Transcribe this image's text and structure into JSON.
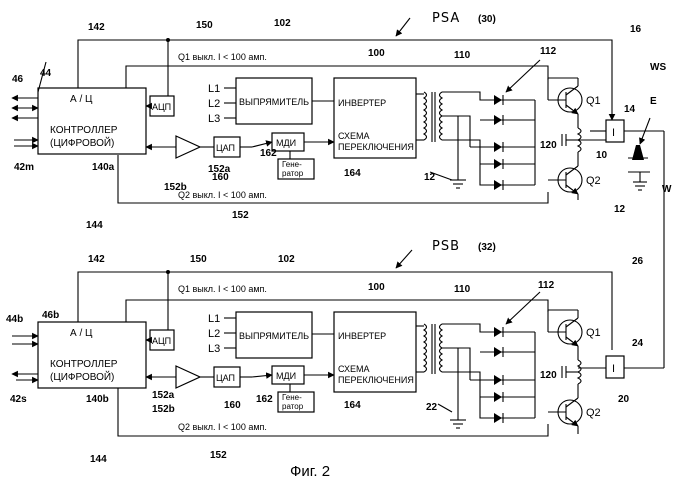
{
  "caption": "Фиг. 2",
  "top": {
    "title": "PSA",
    "title_num": "(30)",
    "controller_line1": "А / Ц",
    "controller_line2": "КОНТРОЛЛЕР",
    "controller_line3": "(ЦИФРОВОЙ)",
    "controller_ref": "140a",
    "adc": "АЦП",
    "dac": "ЦАП",
    "pwm": "МДИ",
    "gen_line1": "Гене-",
    "gen_line2": "ратор",
    "phase1": "L1",
    "phase2": "L2",
    "phase3": "L3",
    "rectifier": "ВЫПРЯМИТЕЛЬ",
    "inverter": "ИНВЕРТЕР",
    "switch_line1": "СХЕМА",
    "switch_line2": "ПЕРЕКЛЮЧЕНИЯ",
    "q1_note": "Q1  выкл.  I  < 100 амп.",
    "q2_note": "Q2  выкл.  I  < 100 амп.",
    "q1": "Q1",
    "q2": "Q2",
    "sensor": "I",
    "refs": {
      "r46": "46",
      "r44": "44",
      "r42": "42m",
      "r142": "142",
      "r150": "150",
      "r102": "102",
      "r100": "100",
      "r110": "110",
      "r112": "112",
      "r16": "16",
      "r14": "14",
      "rWS": "WS",
      "rE": "E",
      "rW": "W",
      "r120": "120",
      "r10": "10",
      "r12a": "12",
      "r12b": "12",
      "r152a": "152a",
      "r152b": "152b",
      "r152": "152",
      "r160": "160",
      "r162": "162",
      "r164": "164",
      "r144": "144"
    }
  },
  "bottom": {
    "title": "PSB",
    "title_num": "(32)",
    "controller_line1": "А / Ц",
    "controller_line2": "КОНТРОЛЛЕР",
    "controller_line3": "(ЦИФРОВОЙ)",
    "controller_ref": "140b",
    "adc": "АЦП",
    "dac": "ЦАП",
    "pwm": "МДИ",
    "gen_line1": "Гене-",
    "gen_line2": "ратор",
    "phase1": "L1",
    "phase2": "L2",
    "phase3": "L3",
    "rectifier": "ВЫПРЯМИТЕЛЬ",
    "inverter": "ИНВЕРТЕР",
    "switch_line1": "СХЕМА",
    "switch_line2": "ПЕРЕКЛЮЧЕНИЯ",
    "q1_note": "Q1  выкл.  I  < 100 амп.",
    "q2_note": "Q2  выкл.  I  < 100 амп.",
    "q1": "Q1",
    "q2": "Q2",
    "sensor": "I",
    "refs": {
      "r46": "46b",
      "r44": "44b",
      "r42": "42s",
      "r142": "142",
      "r150": "150",
      "r102": "102",
      "r100": "100",
      "r110": "110",
      "r112": "112",
      "r26": "26",
      "r24": "24",
      "r120": "120",
      "r20": "20",
      "r22": "22",
      "r152a": "152a",
      "r152b": "152b",
      "r152": "152",
      "r160": "160",
      "r162": "162",
      "r164": "164",
      "r144": "144"
    }
  }
}
